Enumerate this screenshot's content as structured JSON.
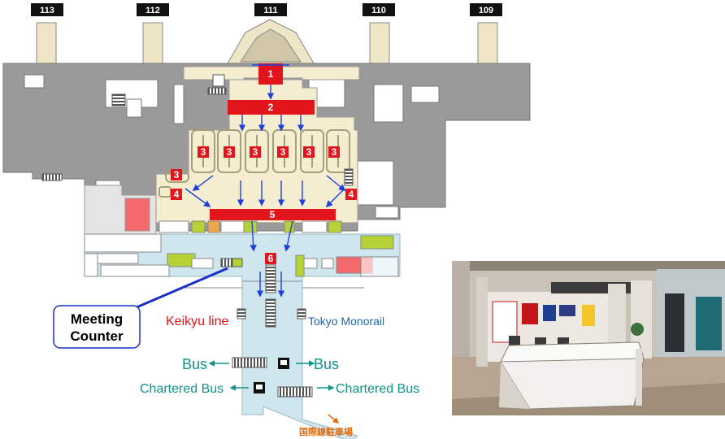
{
  "gates": [
    {
      "id": "gate-113",
      "label": "113"
    },
    {
      "id": "gate-112",
      "label": "112"
    },
    {
      "id": "gate-111",
      "label": "111"
    },
    {
      "id": "gate-110",
      "label": "110"
    },
    {
      "id": "gate-109",
      "label": "109"
    }
  ],
  "steps": [
    "1",
    "2",
    "3",
    "4",
    "5",
    "6"
  ],
  "labels": {
    "keikyu": "Keikyu line",
    "monorail": "Tokyo Monorail",
    "bus_left": "Bus",
    "bus_right": "Bus",
    "chartered_left": "Chartered Bus",
    "chartered_right": "Chartered Bus",
    "parking": "国際線駐車場",
    "meeting_line1": "Meeting",
    "meeting_line2": "Counter"
  },
  "colors": {
    "building": "#9a9a9a",
    "pier": "#eee6c6",
    "hall": "#f5edcf",
    "lower": "#cfe6ee",
    "step_red": "#e2141c",
    "arrow": "#1f3fdb",
    "green": "#b5d334",
    "meeting_border": "#1a2fc8"
  },
  "icons": [
    "bus-stop-icon",
    "escalator-icon",
    "blue-arrow-icon",
    "red-number-badge",
    "teal-arrow-icon",
    "orange-arrow-icon"
  ]
}
